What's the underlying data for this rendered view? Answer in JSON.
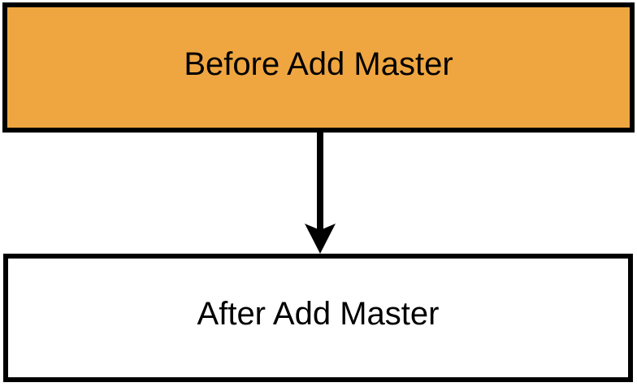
{
  "diagram": {
    "nodes": [
      {
        "id": "before-add-master",
        "label": "Before Add Master",
        "fill": "#F0A640",
        "border_color": "#000000",
        "text_color": "#000000"
      },
      {
        "id": "after-add-master",
        "label": "After Add Master",
        "fill": "#FFFFFF",
        "border_color": "#000000",
        "text_color": "#000000"
      }
    ],
    "edges": [
      {
        "from": "before-add-master",
        "to": "after-add-master",
        "direction": "down",
        "style": "solid",
        "color": "#000000"
      }
    ]
  }
}
